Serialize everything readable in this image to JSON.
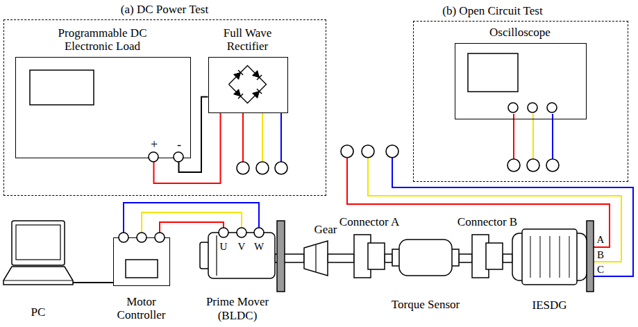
{
  "diagram": {
    "nodes": [
      {
        "text": [
          "(a) DC Power Test"
        ]
      },
      {
        "text": [
          "Programmable DC Electronic Load"
        ],
        "in": 0
      },
      {
        "text": [
          "Full Wave Rectifier"
        ],
        "in": 0
      },
      {
        "text": [
          "(b) Open Circuit Test"
        ]
      },
      {
        "text": [
          "Oscilloscope"
        ],
        "in": 3
      },
      {
        "text": [
          "PC"
        ]
      },
      {
        "text": [
          "Motor Controller"
        ]
      },
      {
        "text": [
          "Prime Mover (BLDC)"
        ]
      },
      {
        "text": [
          "Gear"
        ]
      },
      {
        "text": [
          "Connector A"
        ]
      },
      {
        "text": [
          "Torque Sensor"
        ]
      },
      {
        "text": [
          "Connector B"
        ]
      },
      {
        "text": [
          "IESDG"
        ]
      }
    ],
    "edges": [
      {
        "from": 1,
        "to": 2,
        "arrow": "none"
      },
      {
        "from": 1,
        "to": 2,
        "arrow": "none"
      },
      {
        "from": 5,
        "to": 6,
        "arrow": "none"
      },
      {
        "from": 6,
        "to": 7,
        "arrow": "none"
      },
      {
        "from": 6,
        "to": 7,
        "arrow": "none"
      },
      {
        "from": 6,
        "to": 7,
        "arrow": "none"
      },
      {
        "from": 7,
        "to": 8,
        "arrow": "none"
      },
      {
        "from": 8,
        "to": 9,
        "arrow": "none"
      },
      {
        "from": 9,
        "to": 10,
        "arrow": "none"
      },
      {
        "from": 10,
        "to": 11,
        "arrow": "none"
      },
      {
        "from": 11,
        "to": 12,
        "arrow": "none"
      }
    ],
    "labels": [
      "+",
      "-",
      "U",
      "V",
      "W",
      "A",
      "B",
      "C"
    ]
  }
}
